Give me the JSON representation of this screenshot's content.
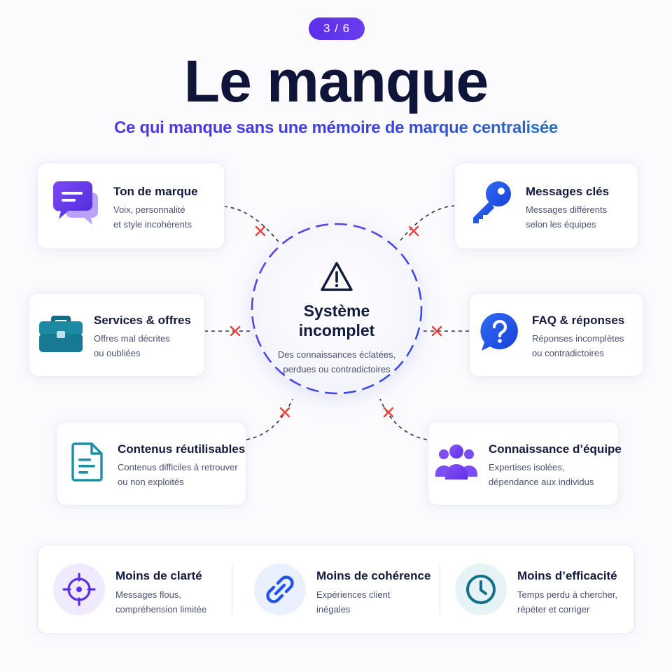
{
  "badge": "3 / 6",
  "title": "Le manque",
  "subtitle": "Ce qui manque sans une mémoire de marque centralisée",
  "center": {
    "title_line1": "Système",
    "title_line2": "incomplet",
    "desc_line1": "Des connaissances éclatées,",
    "desc_line2": "perdues ou contradictoires"
  },
  "cards": {
    "ton": {
      "title": "Ton de marque",
      "line1": "Voix, personnalité",
      "line2": "et style incohérents"
    },
    "messages": {
      "title": "Messages clés",
      "line1": "Messages différents",
      "line2": "selon les équipes"
    },
    "services": {
      "title": "Services & offres",
      "line1": "Offres mal décrites",
      "line2": "ou oubliées"
    },
    "faq": {
      "title": "FAQ & réponses",
      "line1": "Réponses incomplètes",
      "line2": "ou contradictoires"
    },
    "contenus": {
      "title": "Contenus réutilisables",
      "line1": "Contenus difficiles à retrouver",
      "line2": "ou non exploités"
    },
    "equipe": {
      "title": "Connaissance d’équipe",
      "line1": "Expertises isolées,",
      "line2": "dépendance aux individus"
    }
  },
  "bottom": {
    "clarte": {
      "title": "Moins de clarté",
      "line1": "Messages flous,",
      "line2": "compréhension limitée"
    },
    "coherence": {
      "title": "Moins de cohérence",
      "line1": "Expériences client",
      "line2": "inégales"
    },
    "efficacite": {
      "title": "Moins d’efficacité",
      "line1": "Temps perdu à chercher,",
      "line2": "répéter et corriger"
    }
  },
  "colors": {
    "accent_purple": "#5b2ee8",
    "accent_blue": "#1f55e8",
    "accent_teal": "#1a8fa6",
    "cross_red": "#e8433a",
    "title_navy": "#0f1538"
  },
  "icons": {
    "ton": "chat-bubbles-icon",
    "messages": "key-icon",
    "services": "briefcase-icon",
    "faq": "question-bubble-icon",
    "contenus": "document-icon",
    "equipe": "team-icon",
    "center": "warning-triangle-icon",
    "clarte": "target-icon",
    "coherence": "link-icon",
    "efficacite": "clock-icon"
  }
}
